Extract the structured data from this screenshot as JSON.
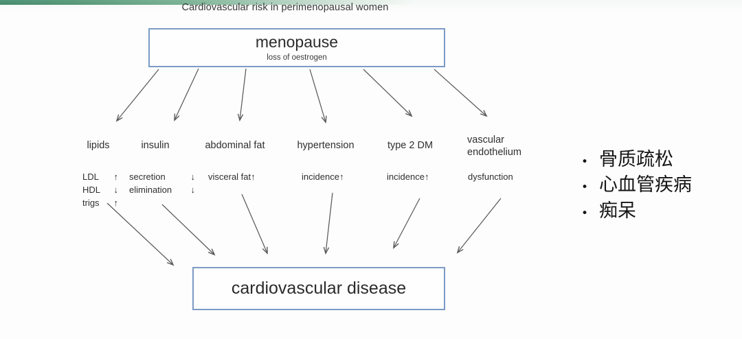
{
  "slide": {
    "title": "Cardiovascular risk in perimenopausal women",
    "accent_green": "#2e7d5b",
    "box_border_color": "#7b9ac4",
    "background": "#fdfdfd"
  },
  "top_node": {
    "title": "menopause",
    "subtitle": "loss of oestrogen"
  },
  "bottom_node": {
    "label": "cardiovascular disease"
  },
  "columns": [
    {
      "heading": "lipids",
      "details": [
        {
          "text": "LDL",
          "arrow": "↑"
        },
        {
          "text": "HDL",
          "arrow": "↓"
        },
        {
          "text": "trigs",
          "arrow": "↑"
        }
      ]
    },
    {
      "heading": "insulin",
      "details": [
        {
          "text": "secretion",
          "arrow": "↓"
        },
        {
          "text": "elimination",
          "arrow": "↓"
        }
      ]
    },
    {
      "heading": "abdominal fat",
      "details": [
        {
          "text": "visceral fat",
          "arrow": "↑"
        }
      ]
    },
    {
      "heading": "hypertension",
      "details": [
        {
          "text": "incidence",
          "arrow": "↑"
        }
      ]
    },
    {
      "heading": "type 2 DM",
      "details": [
        {
          "text": "incidence",
          "arrow": "↑"
        }
      ]
    },
    {
      "heading": "vascular endothelium",
      "details": [
        {
          "text": "dysfunction",
          "arrow": ""
        }
      ]
    }
  ],
  "bullets": [
    {
      "marker": "•",
      "label": "骨质疏松"
    },
    {
      "marker": "•",
      "label": "心血管疾病"
    },
    {
      "marker": "•",
      "label": "痴呆"
    }
  ]
}
